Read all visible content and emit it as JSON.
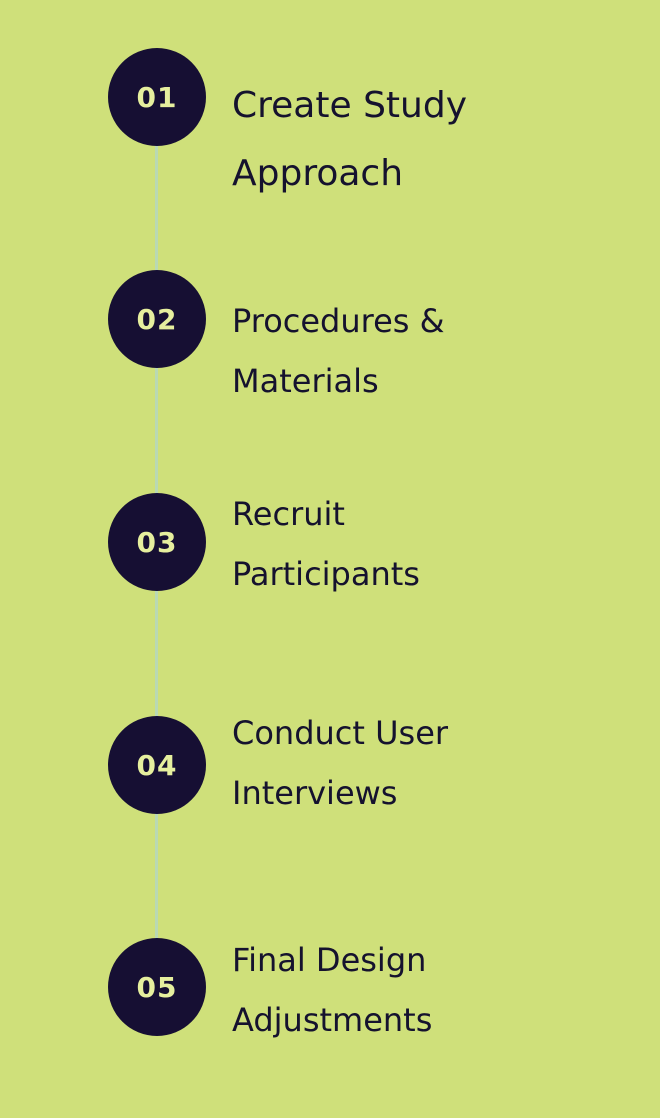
{
  "colors": {
    "background": "#cfe07a",
    "badge": "#160f33",
    "badge_text": "#e6ef9e",
    "label_text": "#15122e",
    "connector": "#b9d9b4"
  },
  "steps": [
    {
      "number": "01",
      "line1": "Create Study",
      "line2": "Approach"
    },
    {
      "number": "02",
      "line1": "Procedures &",
      "line2": "Materials"
    },
    {
      "number": "03",
      "line1": "Recruit",
      "line2": "Participants"
    },
    {
      "number": "04",
      "line1": "Conduct User",
      "line2": "Interviews"
    },
    {
      "number": "05",
      "line1": "Final Design",
      "line2": "Adjustments"
    }
  ]
}
